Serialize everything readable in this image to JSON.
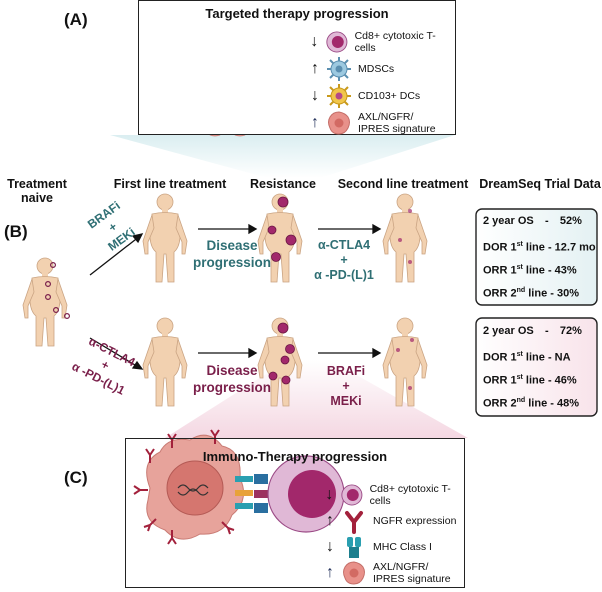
{
  "panelA": {
    "label": "(A)",
    "title": "Targeted therapy progression",
    "legend": [
      {
        "arrow": "↓",
        "icon": "cd8-t-cell-icon",
        "text": "Cd8+ cytotoxic T-cells"
      },
      {
        "arrow": "↑",
        "icon": "mdsc-icon",
        "text": "MDSCs"
      },
      {
        "arrow": "↓",
        "icon": "cd103-dc-icon",
        "text": "CD103+ DCs"
      },
      {
        "arrow": "↑",
        "icon": "tumor-cell-icon",
        "text": "AXL/NGFR/ IPRES signature"
      }
    ]
  },
  "panelB": {
    "label": "(B)",
    "columns": {
      "naive": "Treatment naive",
      "first_line": "First line treatment",
      "resistance": "Resistance",
      "second_line": "Second line treatment",
      "trial": "DreamSeq Trial Data"
    },
    "top_row": {
      "first_drug": [
        "BRAFi",
        "+",
        "MEKi"
      ],
      "progression": [
        "Disease",
        "progression"
      ],
      "second_drug": [
        "α-CTLA4",
        "+",
        "α -PD-(L)1"
      ],
      "stats": [
        {
          "label": "2 year OS",
          "sup": "",
          "rest": "",
          "sep": "-",
          "value": "52%"
        },
        {
          "label": "DOR 1",
          "sup": "st",
          "rest": " line",
          "sep": "-",
          "value": "12.7 mo"
        },
        {
          "label": "ORR 1",
          "sup": "st",
          "rest": " line",
          "sep": "-",
          "value": "43%"
        },
        {
          "label": "ORR 2",
          "sup": "nd",
          "rest": " line",
          "sep": "-",
          "value": "30%"
        }
      ]
    },
    "bottom_row": {
      "first_drug": [
        "α-CTLA4",
        "+",
        "α -PD-(L)1"
      ],
      "progression": [
        "Disease",
        "progression"
      ],
      "second_drug": [
        "BRAFi",
        "+",
        "MEKi"
      ],
      "stats": [
        {
          "label": "2 year OS",
          "sup": "",
          "rest": "",
          "sep": "-",
          "value": "72%"
        },
        {
          "label": "DOR 1",
          "sup": "st",
          "rest": " line",
          "sep": "-",
          "value": "NA"
        },
        {
          "label": "ORR 1",
          "sup": "st",
          "rest": " line",
          "sep": "-",
          "value": "46%"
        },
        {
          "label": "ORR 2",
          "sup": "nd",
          "rest": " line",
          "sep": "-",
          "value": "48%"
        }
      ]
    }
  },
  "panelC": {
    "label": "(C)",
    "title": "Immuno-Therapy progression",
    "legend": [
      {
        "arrow": "↓",
        "icon": "cd8-t-cell-icon",
        "text": "Cd8+ cytotoxic T-cells"
      },
      {
        "arrow": "↑",
        "icon": "ngfr-receptor-icon",
        "text": "NGFR expression"
      },
      {
        "arrow": "↓",
        "icon": "mhc-class-i-icon",
        "text": "MHC Class I"
      },
      {
        "arrow": "↑",
        "icon": "tumor-cell-icon",
        "text": "AXL/NGFR/ IPRES signature"
      }
    ]
  },
  "colors": {
    "teal": "#2f6f74",
    "plum": "#7a1f4a",
    "skin": "#f2d1b0",
    "lesion": "#a2286b",
    "tumor_pink": "#e8918a",
    "stats_top_bg": "#eef6f7",
    "stats_bottom_bg": "#fbeef2"
  }
}
